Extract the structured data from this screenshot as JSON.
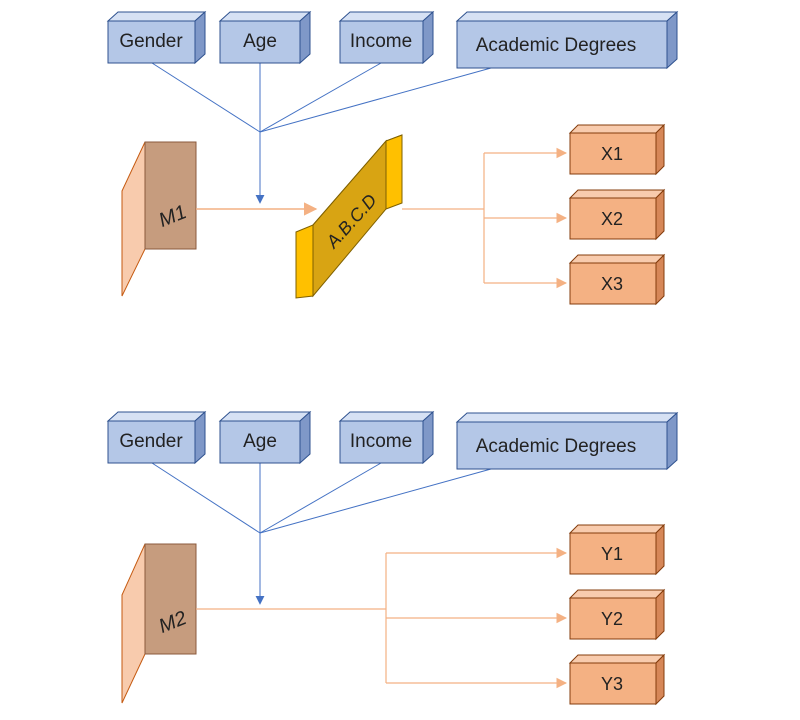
{
  "colors": {
    "blue_face": "#b4c7e7",
    "blue_side": "#7f98c8",
    "blue_top": "#d6e1f4",
    "blue_stroke": "#2f528f",
    "blue_line": "#4472c4",
    "orange_face": "#f4b183",
    "orange_side": "#d68758",
    "orange_top": "#f8cbad",
    "orange_line": "#f4b183",
    "m_face": "#c69c7e",
    "m_side": "#f8cbad",
    "gold_face": "#d8a413",
    "gold_side": "#ffc000",
    "gold_top": "#ffd966"
  },
  "diagram1": {
    "attributes": [
      "Gender",
      "Age",
      "Income",
      "Academic Degrees"
    ],
    "source": "M1",
    "mediator": "A.B.C.D",
    "outputs": [
      "X1",
      "X2",
      "X3"
    ]
  },
  "diagram2": {
    "attributes": [
      "Gender",
      "Age",
      "Income",
      "Academic Degrees"
    ],
    "source": "M2",
    "outputs": [
      "Y1",
      "Y2",
      "Y3"
    ]
  }
}
